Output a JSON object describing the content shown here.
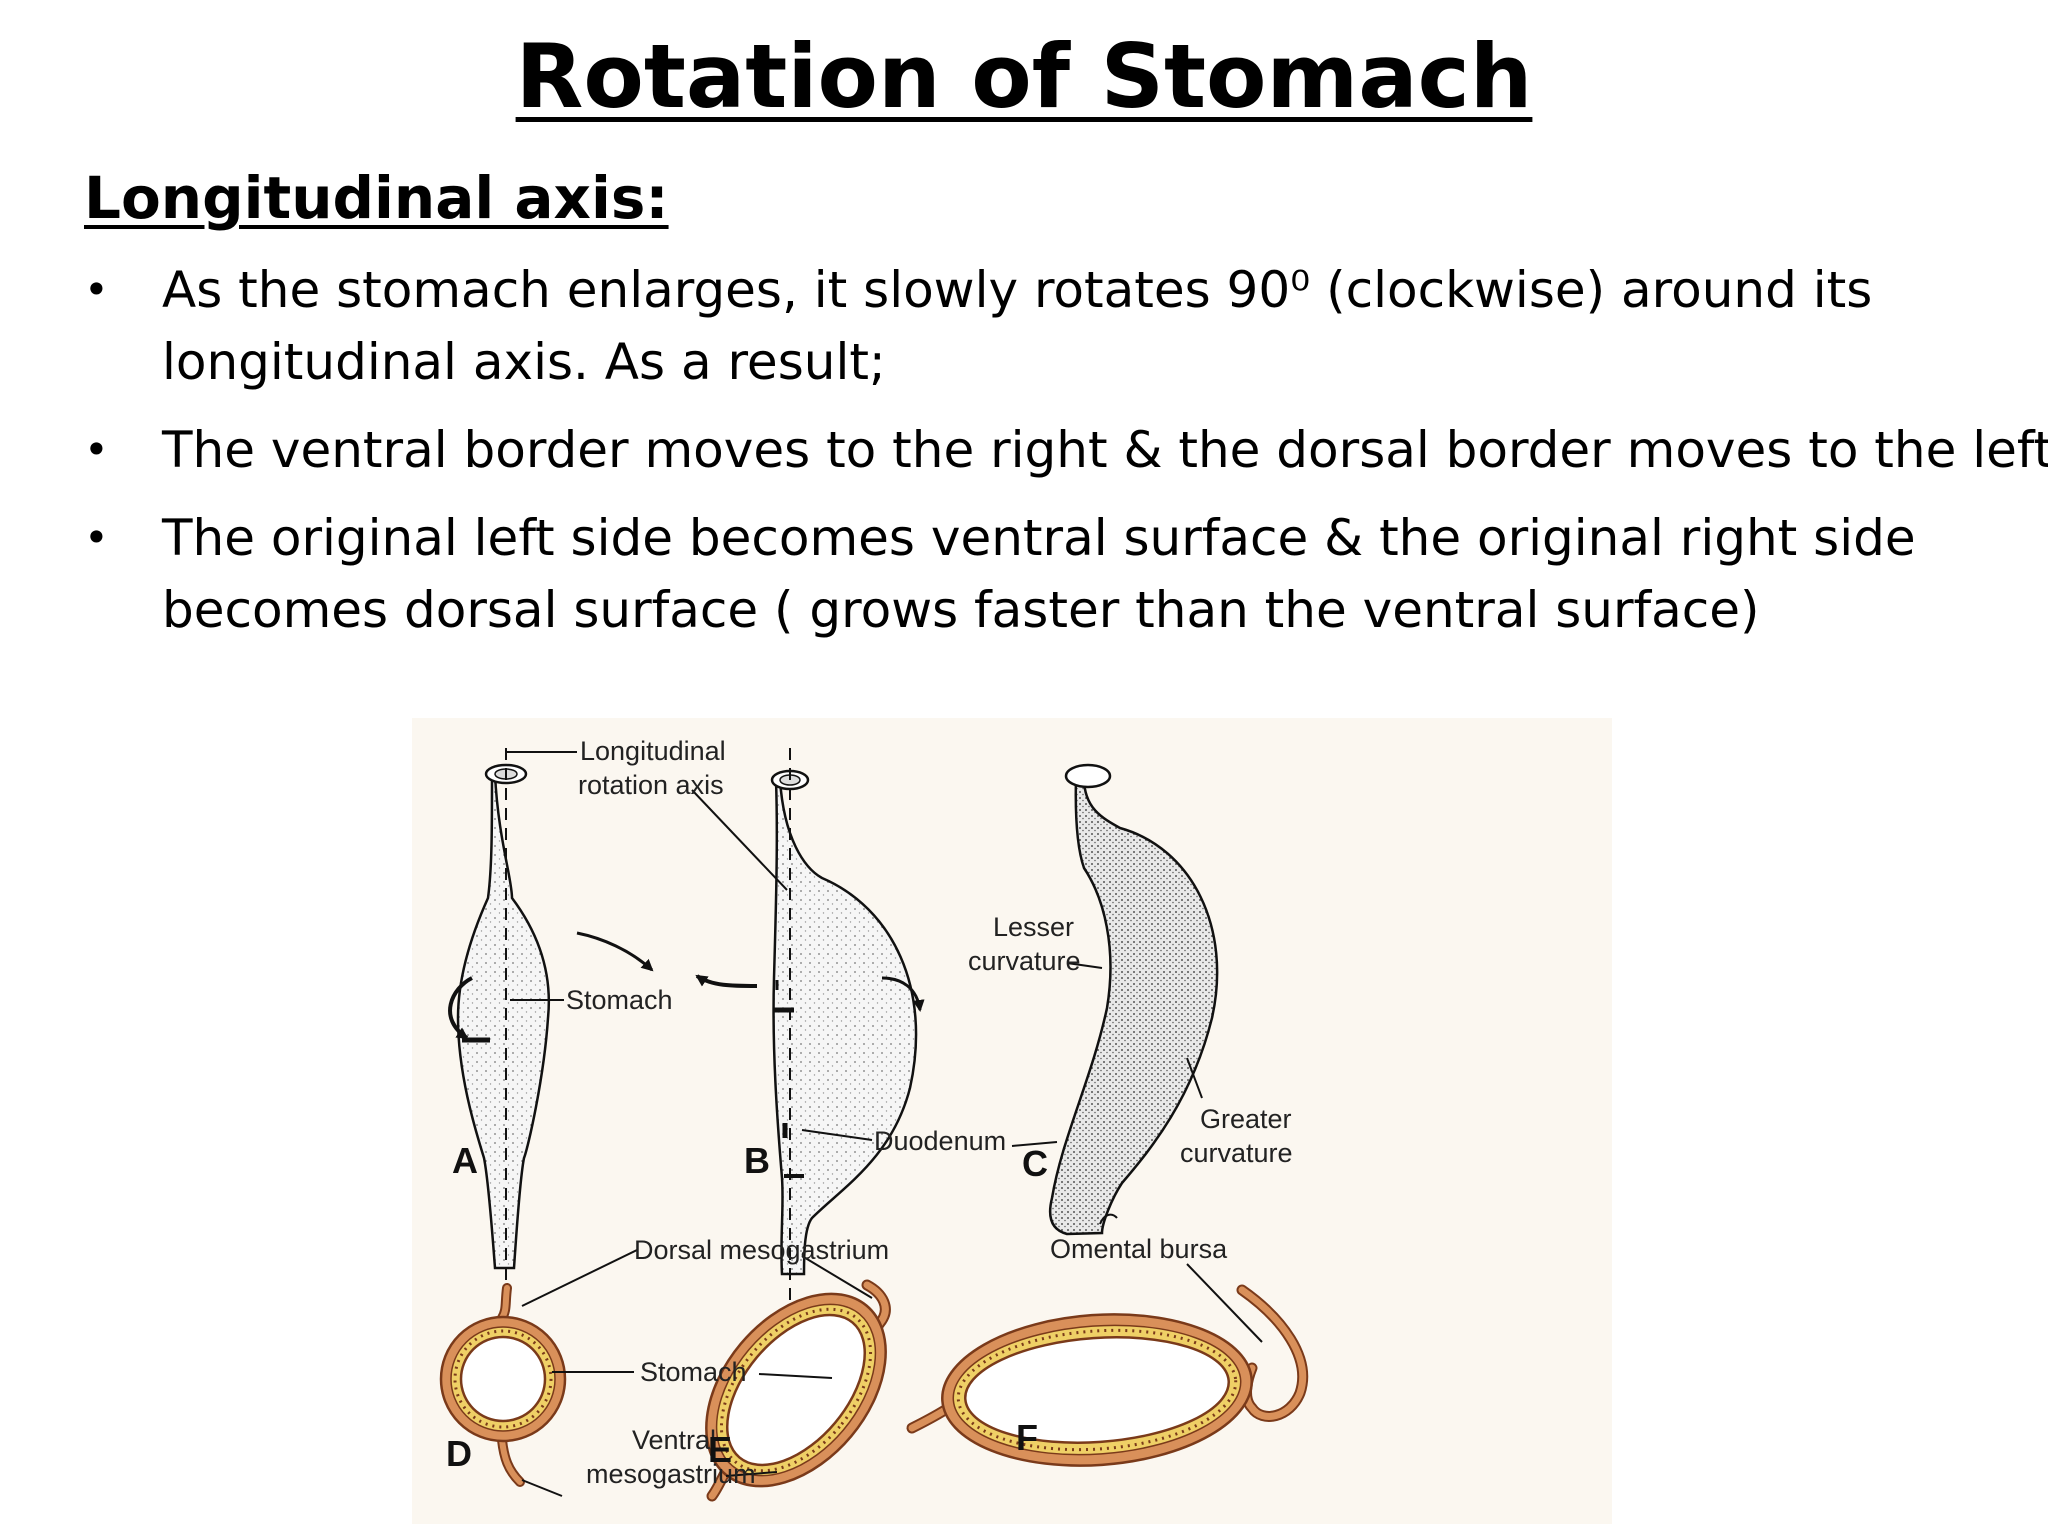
{
  "title": "Rotation of Stomach",
  "section_heading": "Longitudinal axis:",
  "bullets": [
    "As the stomach enlarges, it slowly rotates 90⁰ (clockwise) around its longitudinal axis. As a result;",
    "The ventral border moves to the right & the dorsal border moves to the left",
    "The original left side becomes ventral surface & the original right side becomes dorsal surface ( grows faster than the ventral surface)"
  ],
  "bullet_symbol": "•",
  "figure": {
    "labels": {
      "longitudinal_axis_line1": "Longitudinal",
      "longitudinal_axis_line2": "rotation axis",
      "stomach_a": "Stomach",
      "lesser_line1": "Lesser",
      "lesser_line2": "curvature",
      "duodenum": "Duodenum",
      "greater_line1": "Greater",
      "greater_line2": "curvature",
      "dorsal_meso": "Dorsal mesogastrium",
      "stomach_d": "Stomach",
      "ventral_line1": "Ventral",
      "ventral_line2": "mesogastrium",
      "omental_bursa": "Omental bursa"
    },
    "panel_letters": {
      "a": "A",
      "b": "B",
      "c": "C",
      "d": "D",
      "e": "E",
      "f": "F"
    },
    "colors": {
      "background": "#fbf7f0",
      "stomach_fill": "#f4f4f4",
      "wall_outer": "#d9905a",
      "wall_inner": "#efd066",
      "wall_stroke": "#7a3a1a",
      "line": "#111111"
    }
  }
}
